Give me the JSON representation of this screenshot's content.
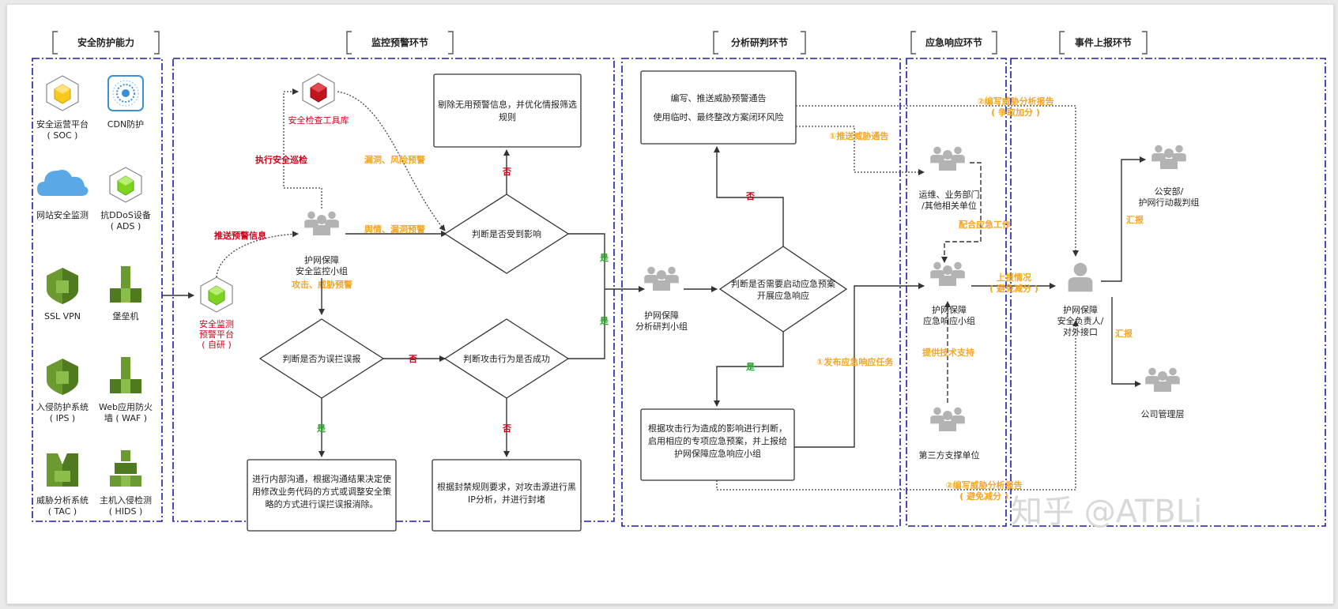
{
  "sections": {
    "capability": "安全防护能力",
    "monitor": "监控预警环节",
    "analysis": "分析研判环节",
    "response": "应急响应环节",
    "report": "事件上报环节"
  },
  "capabilities": {
    "soc": [
      "安全运营平台",
      "( SOC )"
    ],
    "cdn": [
      "CDN防护"
    ],
    "web_monitor": [
      "网站安全监测"
    ],
    "ads": [
      "抗DDoS设备",
      "( ADS )"
    ],
    "sslvpn": [
      "SSL VPN"
    ],
    "bastion": [
      "堡垒机"
    ],
    "ips": [
      "入侵防护系统",
      "( IPS )"
    ],
    "waf": [
      "Web应用防火",
      "墙 ( WAF )"
    ],
    "tac": [
      "威胁分析系统",
      "( TAC )"
    ],
    "hids": [
      "主机入侵检测",
      "( HIDS )"
    ]
  },
  "monitor": {
    "platform": [
      "安全监测",
      "预警平台",
      "( 自研 )"
    ],
    "toolbox": "安全检查工具库",
    "team": [
      "护网保障",
      "安全监控小组"
    ],
    "decision_affected": "判断是否受到影响",
    "decision_false_alarm": "判断是否为误拦误报",
    "decision_success": "判断攻击行为是否成功",
    "box_remove": [
      "剔除无用预警信息，并优化情报筛选",
      "规则"
    ],
    "box_internal": [
      "进行内部沟通，根据沟通结果决定使",
      "用修改业务代码的方式或调整安全策",
      "略的方式进行误拦误报消除。"
    ],
    "box_block": [
      "根据封禁规则要求，对攻击源进行黑",
      "IP分析，并进行封堵"
    ],
    "lbl_push": "推送预警信息",
    "lbl_patrol": "执行安全巡检",
    "lbl_vuln_risk": "漏洞、风险预警",
    "lbl_intel": "舆情、漏洞预警",
    "lbl_attack": "攻击、威胁预警"
  },
  "analysis": {
    "team": [
      "护网保障",
      "分析研判小组"
    ],
    "box_notice": [
      "编写、推送威胁预警通告",
      "使用临时、最终整改方案闭环风险"
    ],
    "decision_emergency": [
      "判断是否需要启动应急预案",
      "开展应急响应"
    ],
    "box_judge": [
      "根据攻击行为造成的影响进行判断，",
      "启用相应的专项应急预案，并上报给",
      "护网保障应急响应小组"
    ]
  },
  "response": {
    "ops": [
      "运维、业务部门",
      "/其他相关单位"
    ],
    "team": [
      "护网保障",
      "应急响应小组"
    ],
    "third": [
      "第三方支撑单位"
    ],
    "lbl_push_notice": "①推送威胁通告",
    "lbl_cooperate": "配合应急工作",
    "lbl_tech": "提供技术支持",
    "lbl_publish": "①发布应急响应任务"
  },
  "report": {
    "security_lead": [
      "护网保障",
      "安全负责人/",
      "对外接口"
    ],
    "police": [
      "公安部/",
      "护网行动裁判组"
    ],
    "mgmt": [
      "公司管理层"
    ],
    "lbl_report_top": [
      "②编写威胁分析报告",
      "( 争取加分 )"
    ],
    "lbl_report_bottom": [
      "②编写威胁分析报告",
      "( 避免减分 )"
    ],
    "lbl_upload": [
      "上报情况",
      "( 避免减分 )"
    ],
    "lbl_huibao1": "汇报",
    "lbl_huibao2": "汇报"
  },
  "answers": {
    "yes": "是",
    "no": "否"
  },
  "watermark": "知乎 @ATBLi",
  "colors": {
    "frame": "#1b1bb0",
    "red": "#d0021b",
    "orange": "#f5a623",
    "green": "#2aa02a",
    "person": "#b3b3b3",
    "aws_green": "#5a8a2a"
  }
}
